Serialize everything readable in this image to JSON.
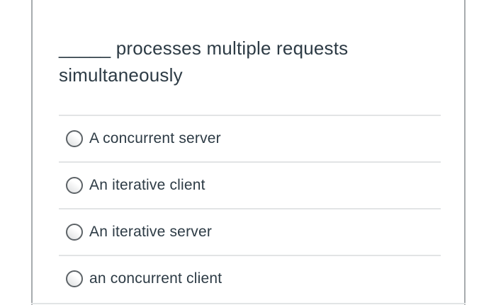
{
  "question": {
    "text": "_____ processes multiple requests simultaneously"
  },
  "options": [
    {
      "label": "A concurrent server"
    },
    {
      "label": "An iterative client"
    },
    {
      "label": "An iterative server"
    },
    {
      "label": "an concurrent client"
    }
  ],
  "colors": {
    "background": "#ffffff",
    "text": "#2d3b45",
    "divider": "#e2e4e5",
    "card-border": "#a7abae",
    "radio-border": "#5d6367",
    "radio-fill-start": "#ffffff",
    "radio-fill-end": "#dcdedf"
  }
}
